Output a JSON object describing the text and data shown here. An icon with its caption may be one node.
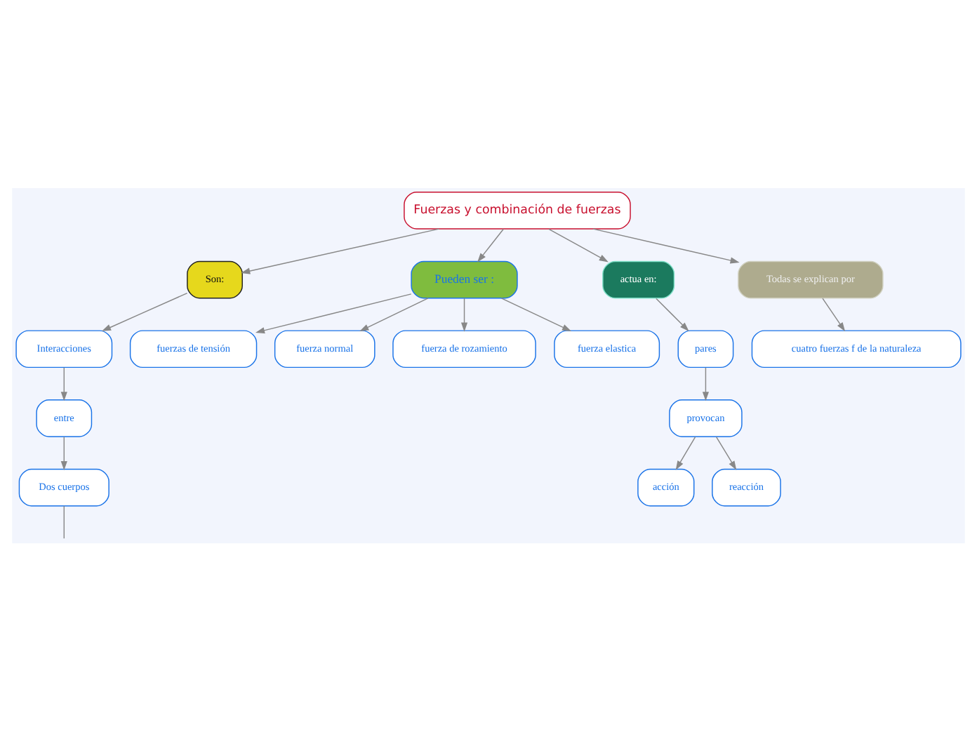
{
  "diagram": {
    "nodes": [
      {
        "text": [
          "Fuerzas y combinación de fuerzas"
        ]
      },
      {
        "text": [
          "Son:"
        ]
      },
      {
        "text": [
          "Pueden ser :"
        ]
      },
      {
        "text": [
          "actua en:"
        ]
      },
      {
        "text": [
          "Todas se explican por"
        ]
      },
      {
        "text": [
          "Interacciones"
        ]
      },
      {
        "text": [
          "fuerzas de tensión"
        ]
      },
      {
        "text": [
          "fuerza normal"
        ]
      },
      {
        "text": [
          "fuerza de rozamiento"
        ]
      },
      {
        "text": [
          "fuerza elastica"
        ]
      },
      {
        "text": [
          "pares"
        ]
      },
      {
        "text": [
          "cuatro fuerzas f de la naturaleza"
        ]
      },
      {
        "text": [
          "entre"
        ]
      },
      {
        "text": [
          "Dos cuerpos"
        ]
      },
      {
        "text": [
          "provocan"
        ]
      },
      {
        "text": [
          "acción"
        ]
      },
      {
        "text": [
          "reacción"
        ]
      }
    ],
    "edges": [
      {
        "from": 0,
        "to": 1,
        "arrow": "to"
      },
      {
        "from": 0,
        "to": 2,
        "arrow": "to"
      },
      {
        "from": 0,
        "to": 3,
        "arrow": "to"
      },
      {
        "from": 0,
        "to": 4,
        "arrow": "to"
      },
      {
        "from": 1,
        "to": 5,
        "arrow": "to"
      },
      {
        "from": 2,
        "to": 6,
        "arrow": "to"
      },
      {
        "from": 2,
        "to": 7,
        "arrow": "to"
      },
      {
        "from": 2,
        "to": 8,
        "arrow": "to"
      },
      {
        "from": 2,
        "to": 9,
        "arrow": "to"
      },
      {
        "from": 3,
        "to": 10,
        "arrow": "to"
      },
      {
        "from": 4,
        "to": 11,
        "arrow": "to"
      },
      {
        "from": 5,
        "to": 12,
        "arrow": "to"
      },
      {
        "from": 12,
        "to": 13,
        "arrow": "to"
      },
      {
        "from": 13,
        "to": null,
        "arrow": "none"
      },
      {
        "from": 10,
        "to": 14,
        "arrow": "to"
      },
      {
        "from": 14,
        "to": 15,
        "arrow": "to"
      },
      {
        "from": 14,
        "to": 16,
        "arrow": "to"
      }
    ]
  }
}
